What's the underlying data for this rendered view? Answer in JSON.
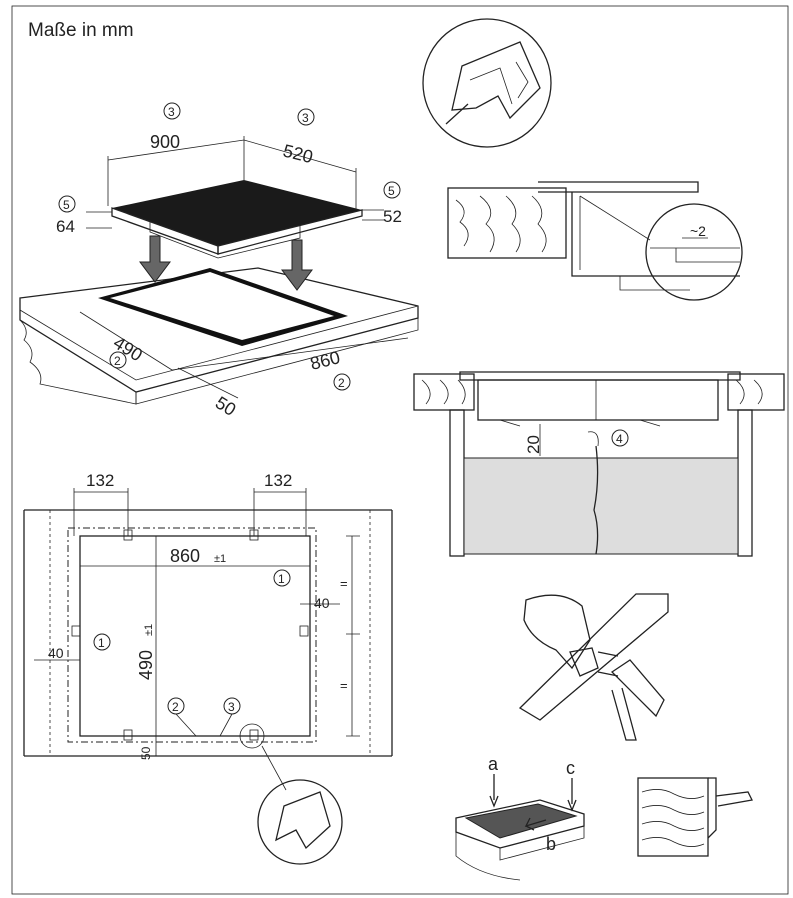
{
  "title": "Maße in mm",
  "top": {
    "width": "900",
    "depth": "520",
    "height_left": "64",
    "height_right": "52",
    "cutout_depth": "490",
    "cutout_width": "860",
    "edge_distance": "50",
    "marker_3a": "3",
    "marker_3b": "3",
    "marker_5a": "5",
    "marker_5b": "5",
    "marker_2a": "2",
    "marker_2b": "2"
  },
  "plan": {
    "bracket_left": "132",
    "bracket_right": "132",
    "cutout_width": "860",
    "width_tolerance": "±1",
    "cutout_depth": "490",
    "depth_tolerance": "±1",
    "side_right": "40",
    "side_left": "40",
    "front_distance": "50",
    "marker_1a": "1",
    "marker_1b": "1",
    "marker_2": "2",
    "marker_3": "3",
    "equal_a": "=",
    "equal_b": "="
  },
  "section": {
    "gap_note": "~2",
    "clearance": "20",
    "marker_4": "4"
  },
  "clip_steps": {
    "a": "a",
    "b": "b",
    "c": "c"
  }
}
